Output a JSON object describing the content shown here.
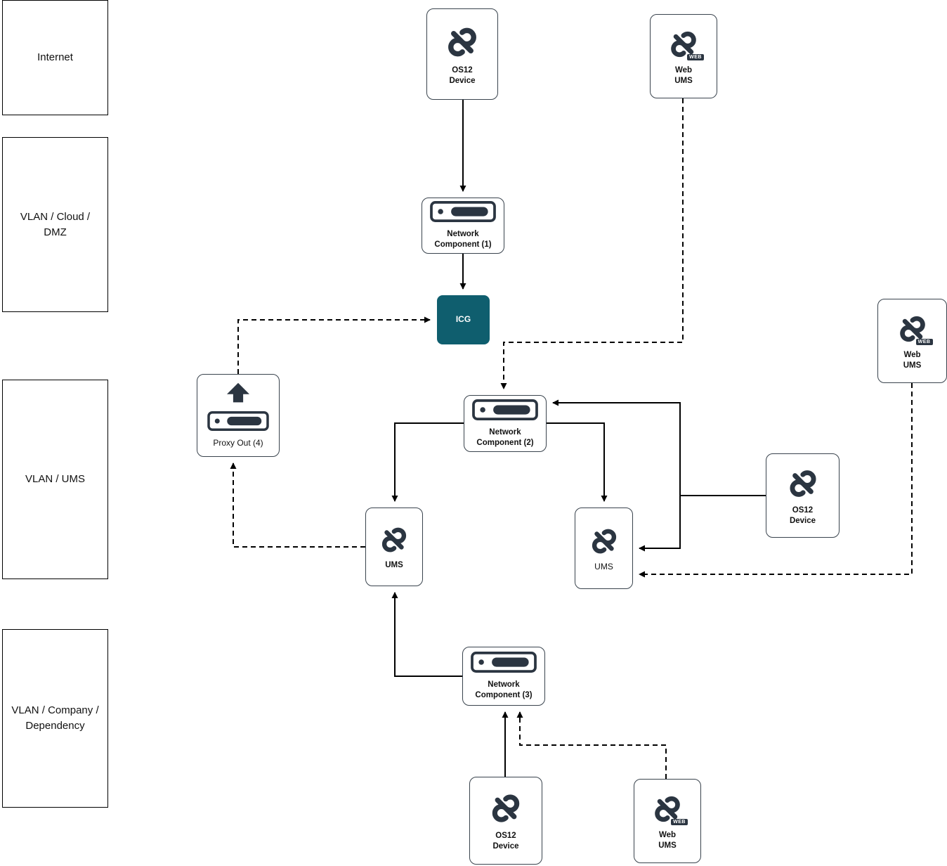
{
  "zones": {
    "internet": {
      "label": "Internet"
    },
    "dmz": {
      "label": "VLAN / Cloud /\nDMZ"
    },
    "ums": {
      "label": "VLAN / UMS"
    },
    "company": {
      "label": "VLAN / Company /\nDependency"
    }
  },
  "nodes": {
    "os12_top": {
      "label": "OS12\nDevice"
    },
    "web_ums_top": {
      "label": "Web\nUMS"
    },
    "network_component_1": {
      "label": "Network\nComponent (1)"
    },
    "icg": {
      "label": "ICG"
    },
    "proxy_out": {
      "label": "Proxy Out (4)"
    },
    "network_component_2": {
      "label": "Network\nComponent (2)"
    },
    "web_ums_right": {
      "label": "Web\nUMS"
    },
    "ums_left": {
      "label": "UMS"
    },
    "ums_right": {
      "label": "UMS"
    },
    "os12_right": {
      "label": "OS12\nDevice"
    },
    "network_component_3": {
      "label": "Network\nComponent (3)"
    },
    "os12_bottom": {
      "label": "OS12\nDevice"
    },
    "web_ums_bottom": {
      "label": "Web\nUMS"
    }
  },
  "badges": {
    "web": "WEB"
  },
  "colors": {
    "icg_fill": "#0f5e6e",
    "line": "#000000",
    "icon": "#2b3541"
  }
}
